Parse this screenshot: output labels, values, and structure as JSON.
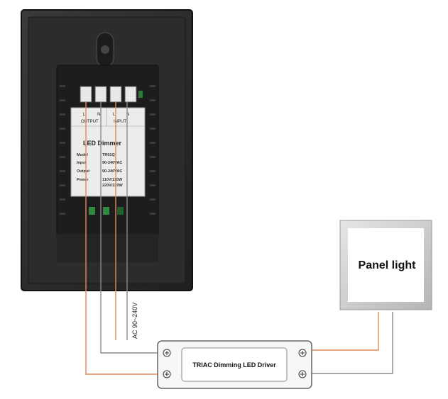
{
  "dimmer": {
    "label_title": "LED Dimmer",
    "terminals": {
      "output_l": "L",
      "output_n": "N",
      "input_l": "L",
      "input_n": "N",
      "output_label": "OUTPUT",
      "input_label": "INPUT"
    },
    "specs": [
      {
        "key": "Model",
        "value": "TR01Q"
      },
      {
        "key": "Input",
        "value": "90-240VAC"
      },
      {
        "key": "Output",
        "value": "90-240VAC"
      },
      {
        "key": "Power",
        "value": "110V/110W",
        "value2": "220V/220W"
      }
    ]
  },
  "supply_label": "AC 90~240V",
  "driver_label": "TRIAC Dimming LED Driver",
  "panel_label": "Panel light",
  "colors": {
    "wire_orange": "#e08a5a",
    "wire_gray": "#8a8a8a",
    "housing": "#2a2a2a",
    "panel_frame": "#c8c8c8"
  }
}
